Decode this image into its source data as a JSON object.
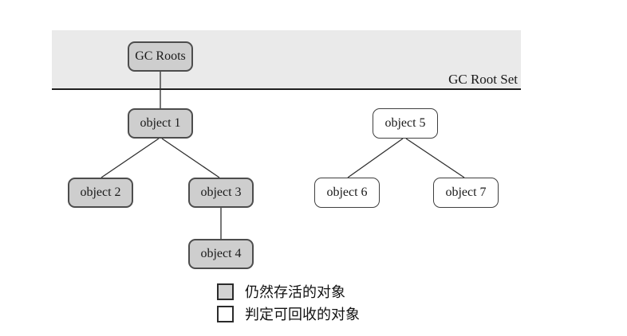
{
  "band": {
    "label": "GC Root Set"
  },
  "nodes": [
    {
      "id": "gc-roots",
      "label": "GC Roots",
      "status": "alive"
    },
    {
      "id": "object-1",
      "label": "object 1",
      "status": "alive"
    },
    {
      "id": "object-2",
      "label": "object 2",
      "status": "alive"
    },
    {
      "id": "object-3",
      "label": "object 3",
      "status": "alive"
    },
    {
      "id": "object-4",
      "label": "object 4",
      "status": "alive"
    },
    {
      "id": "object-5",
      "label": "object 5",
      "status": "recyclable"
    },
    {
      "id": "object-6",
      "label": "object 6",
      "status": "recyclable"
    },
    {
      "id": "object-7",
      "label": "object 7",
      "status": "recyclable"
    }
  ],
  "edges": [
    {
      "from": "gc-roots",
      "to": "object-1"
    },
    {
      "from": "object-1",
      "to": "object-2"
    },
    {
      "from": "object-1",
      "to": "object-3"
    },
    {
      "from": "object-3",
      "to": "object-4"
    },
    {
      "from": "object-5",
      "to": "object-6"
    },
    {
      "from": "object-5",
      "to": "object-7"
    }
  ],
  "legend": {
    "items": [
      {
        "swatch": "alive",
        "label": "仍然存活的对象"
      },
      {
        "swatch": "recyclable",
        "label": "判定可回收的对象"
      }
    ]
  },
  "colors": {
    "alive_fill": "#cecece",
    "recyclable_fill": "#ffffff",
    "band_fill": "#eaeaea",
    "border": "#4d4d4d",
    "line": "#2e2e2e"
  }
}
